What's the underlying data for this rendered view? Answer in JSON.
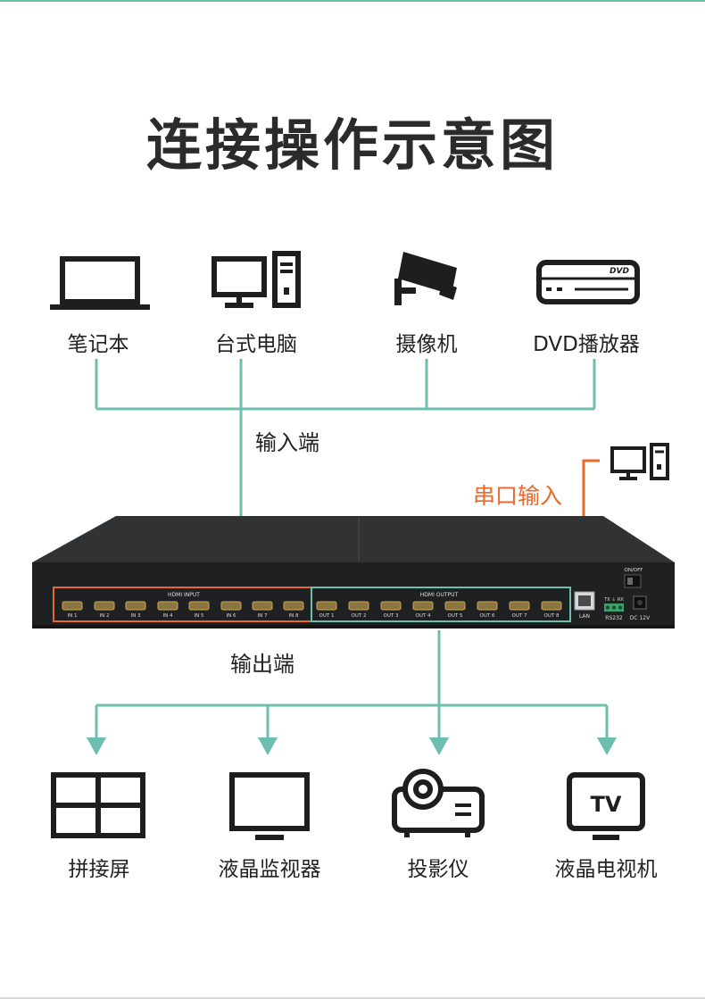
{
  "title": "连接操作示意图",
  "input_devices": [
    {
      "label": "笔记本",
      "icon": "laptop-icon"
    },
    {
      "label": "台式电脑",
      "icon": "desktop-computer-icon"
    },
    {
      "label": "摄像机",
      "icon": "security-camera-icon"
    },
    {
      "label": "DVD播放器",
      "icon": "dvd-player-icon"
    }
  ],
  "dvd_logo": "DVD",
  "input_label": "输入端",
  "serial_label": "串口输入",
  "output_label": "输出端",
  "output_devices": [
    {
      "label": "拼接屏",
      "icon": "video-wall-icon"
    },
    {
      "label": "液晶监视器",
      "icon": "lcd-monitor-icon"
    },
    {
      "label": "投影仪",
      "icon": "projector-icon"
    },
    {
      "label": "液晶电视机",
      "icon": "tv-icon"
    }
  ],
  "tv_logo": "TV",
  "device_panel": {
    "hdmi_input_title": "HDMI INPUT",
    "hdmi_output_title": "HDMI OUTPUT",
    "inputs": [
      "IN 1",
      "IN 2",
      "IN 3",
      "IN 4",
      "IN 5",
      "IN 6",
      "IN 7",
      "IN 8"
    ],
    "outputs": [
      "OUT 1",
      "OUT 2",
      "OUT 3",
      "OUT 4",
      "OUT 5",
      "OUT 6",
      "OUT 7",
      "OUT 8"
    ],
    "lan": "LAN",
    "power_switch": "ON/OFF",
    "txrx": "TX ⏚ RX",
    "rs232": "RS232",
    "dc": "DC 12V"
  },
  "colors": {
    "connector": "#6cbfae",
    "serial": "#e8692a",
    "input_box": "#e8692a",
    "output_box": "#6cbfae",
    "icon": "#1e1e1e"
  }
}
